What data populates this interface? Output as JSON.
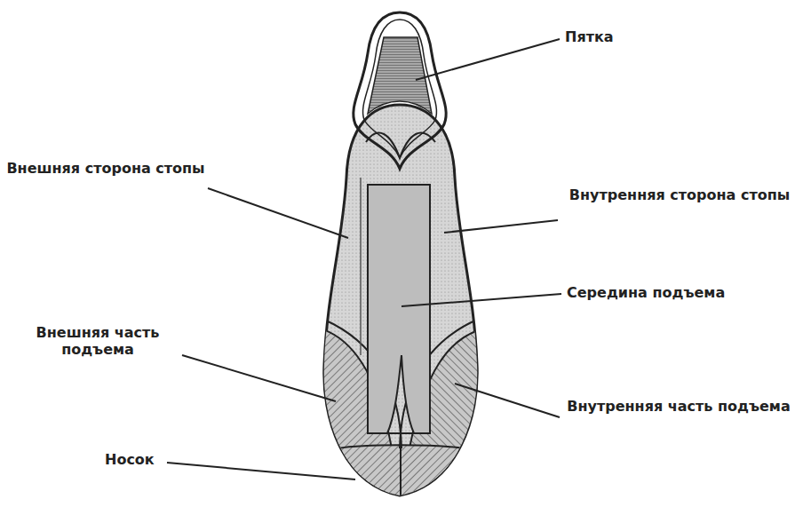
{
  "diagram": {
    "labels": [
      "Пятка",
      "Внешняя сторона стопы",
      "Внутренняя сторона стопы",
      "Середина подъема",
      "Внешняя часть подъема",
      "Внутренняя часть подъема",
      "Носок"
    ]
  }
}
